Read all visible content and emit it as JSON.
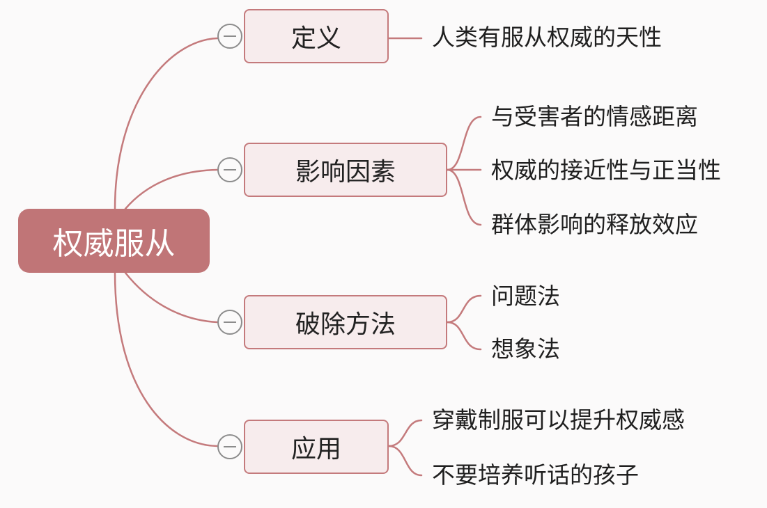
{
  "root": {
    "label": "权威服从"
  },
  "topics": [
    {
      "label": "定义",
      "children": [
        "人类有服从权威的天性"
      ]
    },
    {
      "label": "影响因素",
      "children": [
        "与受害者的情感距离",
        "权威的接近性与正当性",
        "群体影响的释放效应"
      ]
    },
    {
      "label": "破除方法",
      "children": [
        "问题法",
        "想象法"
      ]
    },
    {
      "label": "应用",
      "children": [
        "穿戴制服可以提升权威感",
        "不要培养听话的孩子"
      ]
    }
  ],
  "colors": {
    "branch_line": "#c47a7c",
    "root_fill": "#c07577",
    "topic_fill": "#f7eced",
    "collapse_icon": "#8c8c8c"
  },
  "icons": {
    "collapse": "minus-circle-icon"
  }
}
